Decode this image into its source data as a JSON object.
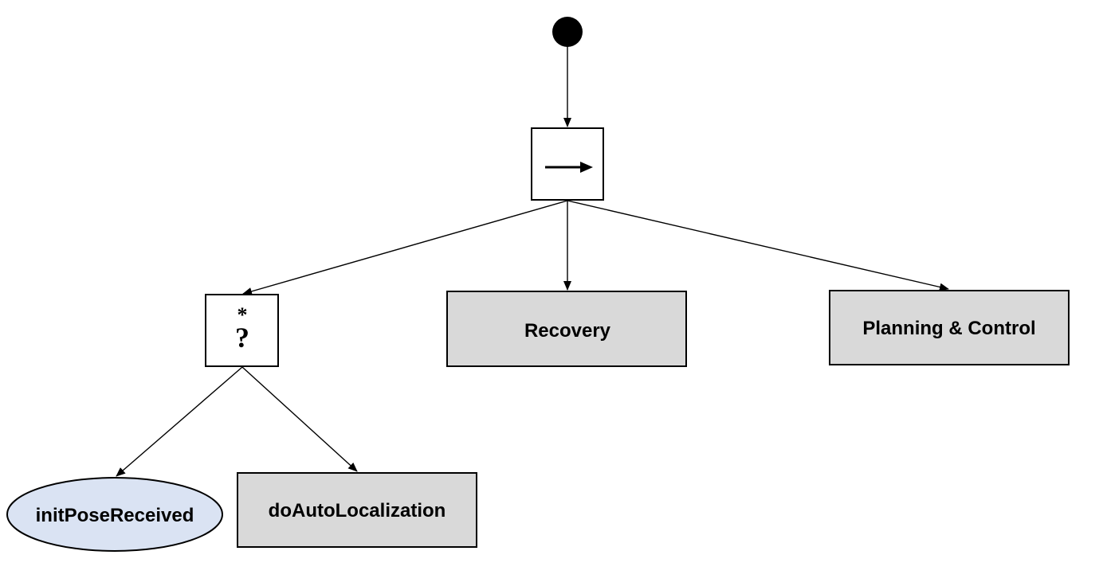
{
  "colors": {
    "stroke": "#000000",
    "action_fill": "#d9d9d9",
    "condition_fill": "#dae3f3",
    "control_fill": "#ffffff",
    "start_fill": "#000000"
  },
  "nodes": {
    "start": {
      "kind": "start-node"
    },
    "sequence": {
      "kind": "sequence-control",
      "symbol": "→"
    },
    "fallback": {
      "kind": "fallback-control",
      "symbol_top": "*",
      "symbol_bottom": "?"
    },
    "recovery": {
      "kind": "action",
      "label": "Recovery"
    },
    "planning": {
      "kind": "action",
      "label": "Planning & Control"
    },
    "init_pose": {
      "kind": "condition",
      "label": "initPoseReceived"
    },
    "auto_loc": {
      "kind": "action",
      "label": "doAutoLocalization"
    }
  },
  "edges": [
    {
      "from": "start",
      "to": "sequence"
    },
    {
      "from": "sequence",
      "to": "fallback"
    },
    {
      "from": "sequence",
      "to": "recovery"
    },
    {
      "from": "sequence",
      "to": "planning"
    },
    {
      "from": "fallback",
      "to": "init_pose"
    },
    {
      "from": "fallback",
      "to": "auto_loc"
    }
  ]
}
